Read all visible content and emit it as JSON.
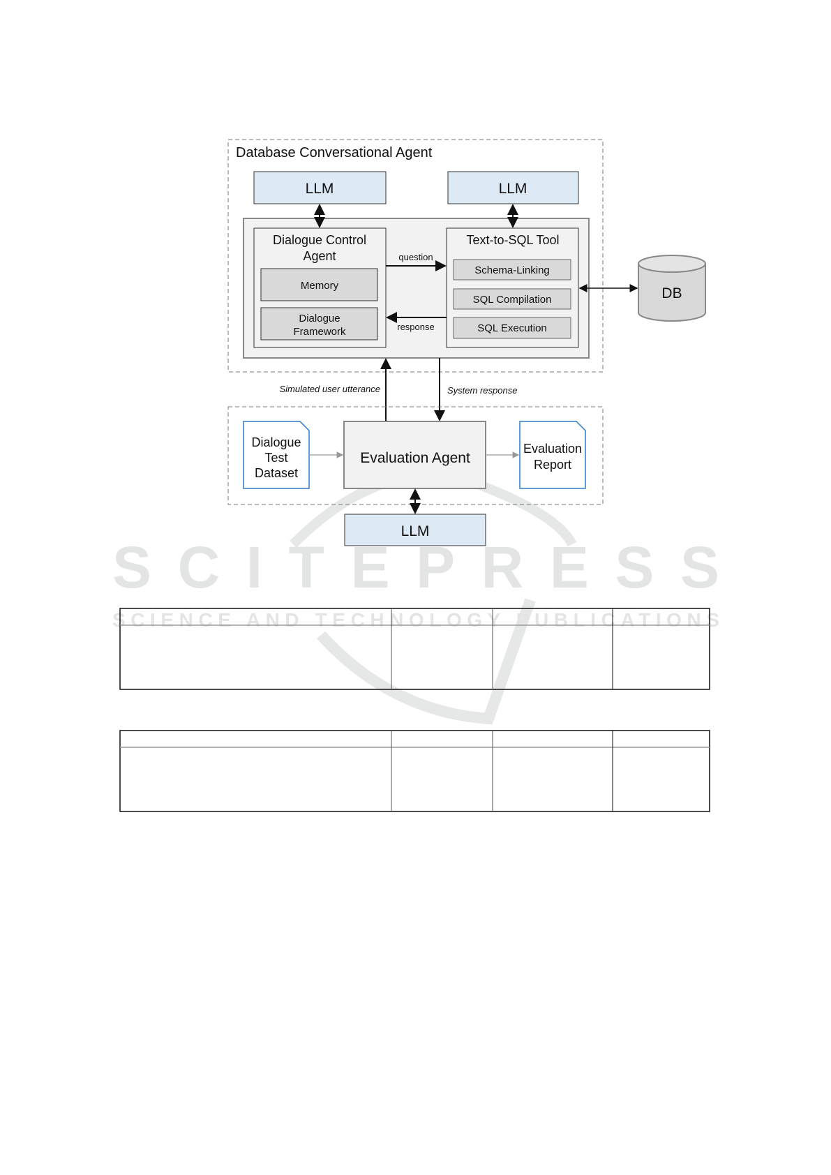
{
  "watermark": {
    "main": "SCITEPRESS",
    "sub": "SCIENCE AND TECHNOLOGY PUBLICATIONS"
  },
  "figure": {
    "dca_group_title": "Database Conversational Agent",
    "llm_label": "LLM",
    "dialogue_control_agent": [
      "Dialogue Control",
      "Agent"
    ],
    "memory": "Memory",
    "dialogue_framework": [
      "Dialogue",
      "Framework"
    ],
    "text_to_sql_tool": "Text-to-SQL Tool",
    "schema_linking": "Schema-Linking",
    "sql_compilation": "SQL Compilation",
    "sql_execution": "SQL Execution",
    "question": "question",
    "response": "response",
    "db": "DB",
    "simulated_user_utterance": "Simulated user utterance",
    "system_response": "System response",
    "dialogue_test_dataset": [
      "Dialogue",
      "Test",
      "Dataset"
    ],
    "evaluation_agent": "Evaluation Agent",
    "evaluation_report": [
      "Evaluation",
      "Report"
    ],
    "colors": {
      "llm_fill": "#dde9f5",
      "doc_border": "#2f78c4",
      "panel": "#f2f2f2",
      "module": "#d9d9d9"
    }
  }
}
